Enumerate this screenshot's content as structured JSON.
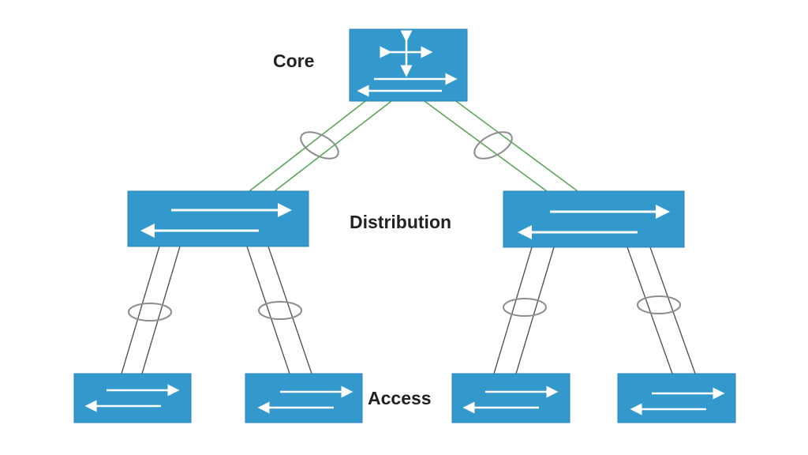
{
  "diagram": {
    "title": "Three-tier hierarchical network",
    "colors": {
      "device_fill": "#3399cc",
      "device_border": "#2a86b8",
      "arrow": "#ffffff",
      "core_link": "#5aa65a",
      "access_link": "#555555",
      "bundle_ring": "#8c8c8c",
      "label_text": "#222222"
    },
    "layers": [
      {
        "id": "core",
        "label": "Core"
      },
      {
        "id": "distribution",
        "label": "Distribution"
      },
      {
        "id": "access",
        "label": "Access"
      }
    ],
    "nodes": [
      {
        "id": "core-1",
        "layer": "core",
        "icon": "layer3-switch-icon"
      },
      {
        "id": "dist-1",
        "layer": "distribution",
        "icon": "layer2-switch-icon"
      },
      {
        "id": "dist-2",
        "layer": "distribution",
        "icon": "layer2-switch-icon"
      },
      {
        "id": "access-1",
        "layer": "access",
        "icon": "layer2-switch-icon"
      },
      {
        "id": "access-2",
        "layer": "access",
        "icon": "layer2-switch-icon"
      },
      {
        "id": "access-3",
        "layer": "access",
        "icon": "layer2-switch-icon"
      },
      {
        "id": "access-4",
        "layer": "access",
        "icon": "layer2-switch-icon"
      }
    ],
    "links": [
      {
        "from": "core-1",
        "to": "dist-1",
        "lines": 2,
        "bundled": true,
        "type": "core-uplink"
      },
      {
        "from": "core-1",
        "to": "dist-2",
        "lines": 2,
        "bundled": true,
        "type": "core-uplink"
      },
      {
        "from": "dist-1",
        "to": "access-1",
        "lines": 2,
        "bundled": true,
        "type": "access-uplink"
      },
      {
        "from": "dist-1",
        "to": "access-2",
        "lines": 2,
        "bundled": true,
        "type": "access-uplink"
      },
      {
        "from": "dist-2",
        "to": "access-3",
        "lines": 2,
        "bundled": true,
        "type": "access-uplink"
      },
      {
        "from": "dist-2",
        "to": "access-4",
        "lines": 2,
        "bundled": true,
        "type": "access-uplink"
      }
    ]
  }
}
